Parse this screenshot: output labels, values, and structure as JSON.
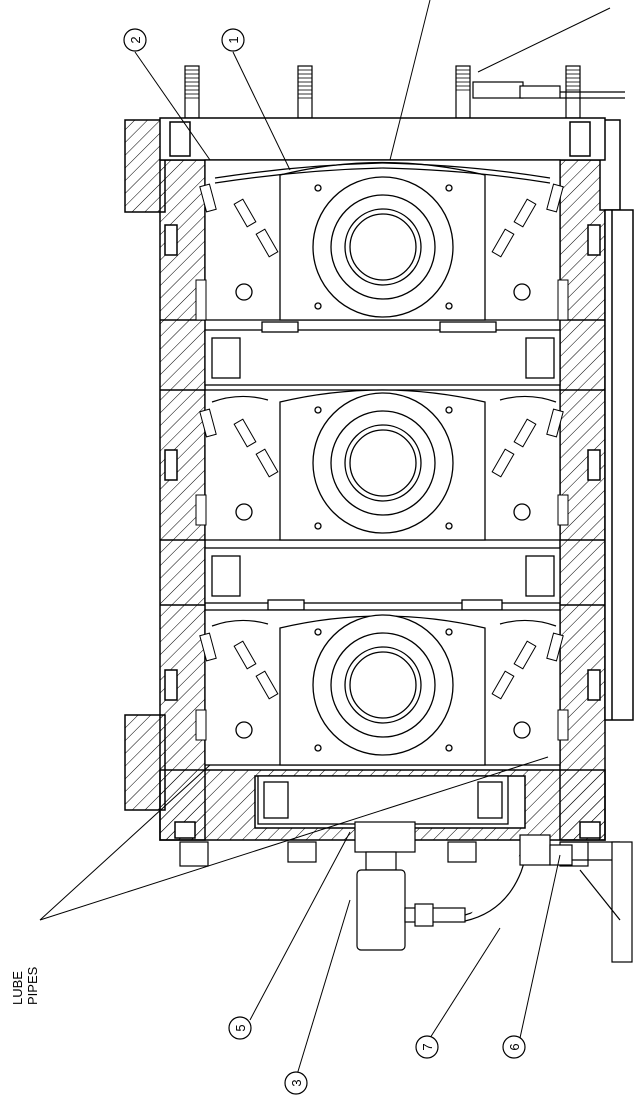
{
  "drawing": {
    "line_color": "#000000",
    "hatch_color": "#000000",
    "background": "#ffffff"
  },
  "callouts": {
    "c1": "1",
    "c2": "2",
    "c3": "3",
    "c5": "5",
    "c6": "6",
    "c7": "7"
  },
  "notes": {
    "lube_pipes_line1": "LUBE",
    "lube_pipes_line2": "PIPES"
  }
}
